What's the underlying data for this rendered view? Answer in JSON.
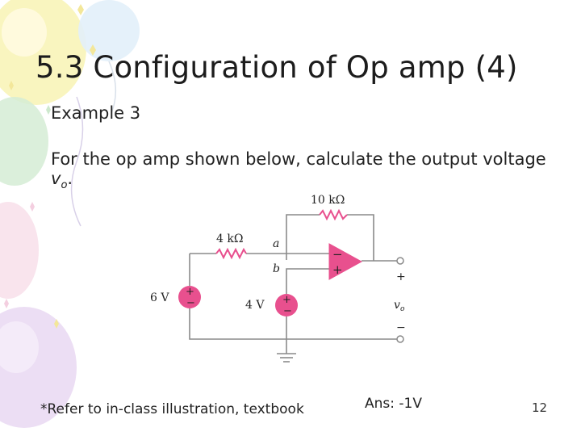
{
  "slide": {
    "title": "5.3 Configuration of Op amp (4)",
    "subtitle": "Example 3",
    "question_text": "For the op amp shown below, calculate the output voltage ",
    "question_var": "v",
    "question_sub": "o",
    "question_end": ".",
    "footnote": "*Refer to in-class illustration, textbook",
    "answer": "Ans: -1V",
    "page_number": "12"
  },
  "circuit": {
    "r_feedback": "10 kΩ",
    "r_input": "4 kΩ",
    "node_a": "a",
    "node_b": "b",
    "source_1": "6 V",
    "source_2": "4 V",
    "plus_terminal": "+",
    "output_label": "v",
    "output_sub": "o",
    "minus_terminal": "−",
    "opamp_minus": "−",
    "opamp_plus": "+",
    "source_plus": "+",
    "source_minus": "−"
  },
  "colors": {
    "component_pink": "#e8508e",
    "wire": "#8a8a8a",
    "decoration_balloons": [
      "#f7f0a8",
      "#cfe9d2",
      "#f6d9e8",
      "#e8d5f0",
      "#dfeef9"
    ]
  }
}
